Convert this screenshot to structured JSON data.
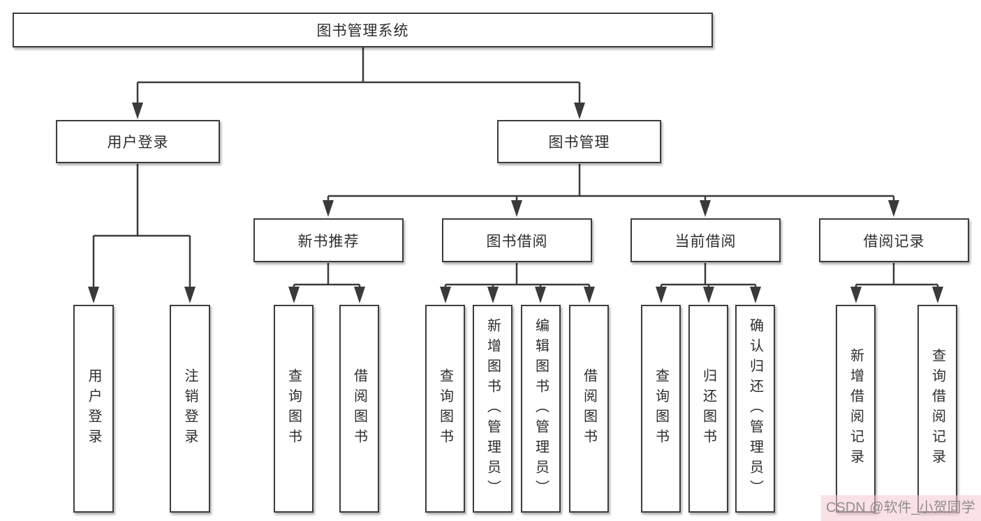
{
  "diagram": {
    "root": {
      "label": "图书管理系统"
    },
    "level2": [
      {
        "label": "用户登录"
      },
      {
        "label": "图书管理"
      }
    ],
    "level3": [
      {
        "label": "新书推荐"
      },
      {
        "label": "图书借阅"
      },
      {
        "label": "当前借阅"
      },
      {
        "label": "借阅记录"
      }
    ],
    "leaves": {
      "user_login": [
        {
          "label": "用户登录"
        },
        {
          "label": "注销登录"
        }
      ],
      "new_book": [
        {
          "label": "查询图书"
        },
        {
          "label": "借阅图书"
        }
      ],
      "book_borrow": [
        {
          "label": "查询图书"
        },
        {
          "label": "新增图书（管理员）"
        },
        {
          "label": "编辑图书（管理员）"
        },
        {
          "label": "借阅图书"
        }
      ],
      "current_borrow": [
        {
          "label": "查询图书"
        },
        {
          "label": "归还图书"
        },
        {
          "label": "确认归还（管理员）"
        }
      ],
      "borrow_record": [
        {
          "label": "新增借阅记录"
        },
        {
          "label": "查询借阅记录"
        }
      ]
    }
  },
  "watermark": {
    "text": "CSDN @软件_小贺同学"
  },
  "colors": {
    "line": "#3a3a3a",
    "box_border": "#3d3d3d",
    "text": "#2d2d2d",
    "watermark_text": "#8f8f8f",
    "watermark_bg": "#f5c9d2"
  }
}
